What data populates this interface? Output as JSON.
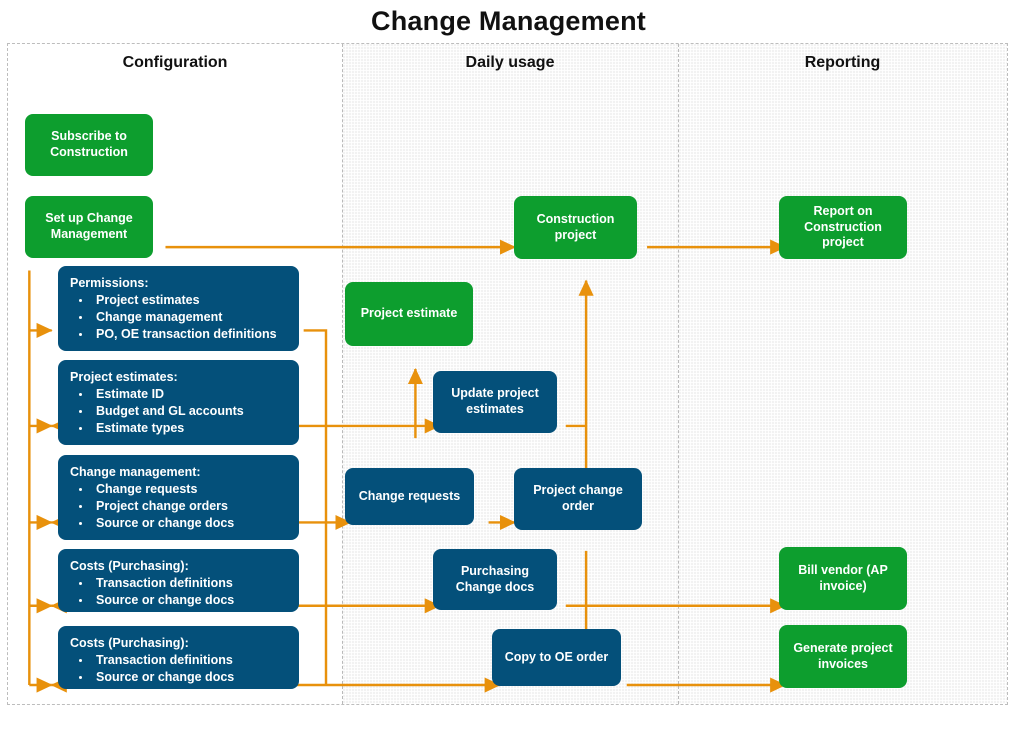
{
  "page": {
    "title": "Change Management"
  },
  "accent": {
    "green": "#0D9E2E",
    "blue": "#04507A",
    "orange": "#E8910C",
    "frame": "#bdbdbd",
    "lane_shade": "#f2f2f2"
  },
  "lanes": [
    {
      "id": "configuration",
      "title": "Configuration",
      "shaded": false
    },
    {
      "id": "daily-usage",
      "title": "Daily usage",
      "shaded": true
    },
    {
      "id": "reporting",
      "title": "Reporting",
      "shaded": true
    }
  ],
  "nodes": {
    "subscribe_construction": {
      "label": "Subscribe to Construction",
      "kind": "green",
      "lane": "configuration"
    },
    "setup_change_mgmt": {
      "label": "Set up Change Management",
      "kind": "green",
      "lane": "configuration"
    },
    "permissions": {
      "kind": "blue",
      "lane": "configuration",
      "header": "Permissions:",
      "items": [
        "Project estimates",
        "Change management",
        "PO, OE transaction definitions"
      ]
    },
    "project_estimates_cfg": {
      "kind": "blue",
      "lane": "configuration",
      "header": "Project estimates:",
      "items": [
        "Estimate ID",
        "Budget and GL accounts",
        "Estimate types"
      ]
    },
    "change_management_cfg": {
      "kind": "blue",
      "lane": "configuration",
      "header": "Change management:",
      "items": [
        "Change requests",
        "Project change orders",
        "Source or change docs"
      ]
    },
    "costs_purchasing_1": {
      "kind": "blue",
      "lane": "configuration",
      "header": "Costs  (Purchasing):",
      "items": [
        "Transaction definitions",
        "Source or change docs"
      ]
    },
    "costs_purchasing_2": {
      "kind": "blue",
      "lane": "configuration",
      "header": "Costs  (Purchasing):",
      "items": [
        "Transaction definitions",
        "Source or change docs"
      ]
    },
    "construction_project": {
      "label": "Construction project",
      "kind": "green",
      "lane": "daily-usage"
    },
    "project_estimate": {
      "label": "Project estimate",
      "kind": "green",
      "lane": "daily-usage"
    },
    "update_project_estimates": {
      "label": "Update project estimates",
      "kind": "blue",
      "lane": "daily-usage"
    },
    "change_requests": {
      "label": "Change requests",
      "kind": "blue",
      "lane": "daily-usage"
    },
    "project_change_order": {
      "label": "Project change order",
      "kind": "blue",
      "lane": "daily-usage"
    },
    "purchasing_change_docs": {
      "label": "Purchasing Change docs",
      "kind": "blue",
      "lane": "daily-usage"
    },
    "copy_to_oe_order": {
      "label": "Copy to OE order",
      "kind": "blue",
      "lane": "daily-usage"
    },
    "report_on_construction": {
      "label": "Report on Construction project",
      "kind": "green",
      "lane": "reporting"
    },
    "bill_vendor": {
      "label": "Bill vendor (AP invoice)",
      "kind": "green",
      "lane": "reporting"
    },
    "generate_project_invoices": {
      "label": "Generate project invoices",
      "kind": "green",
      "lane": "reporting"
    }
  }
}
